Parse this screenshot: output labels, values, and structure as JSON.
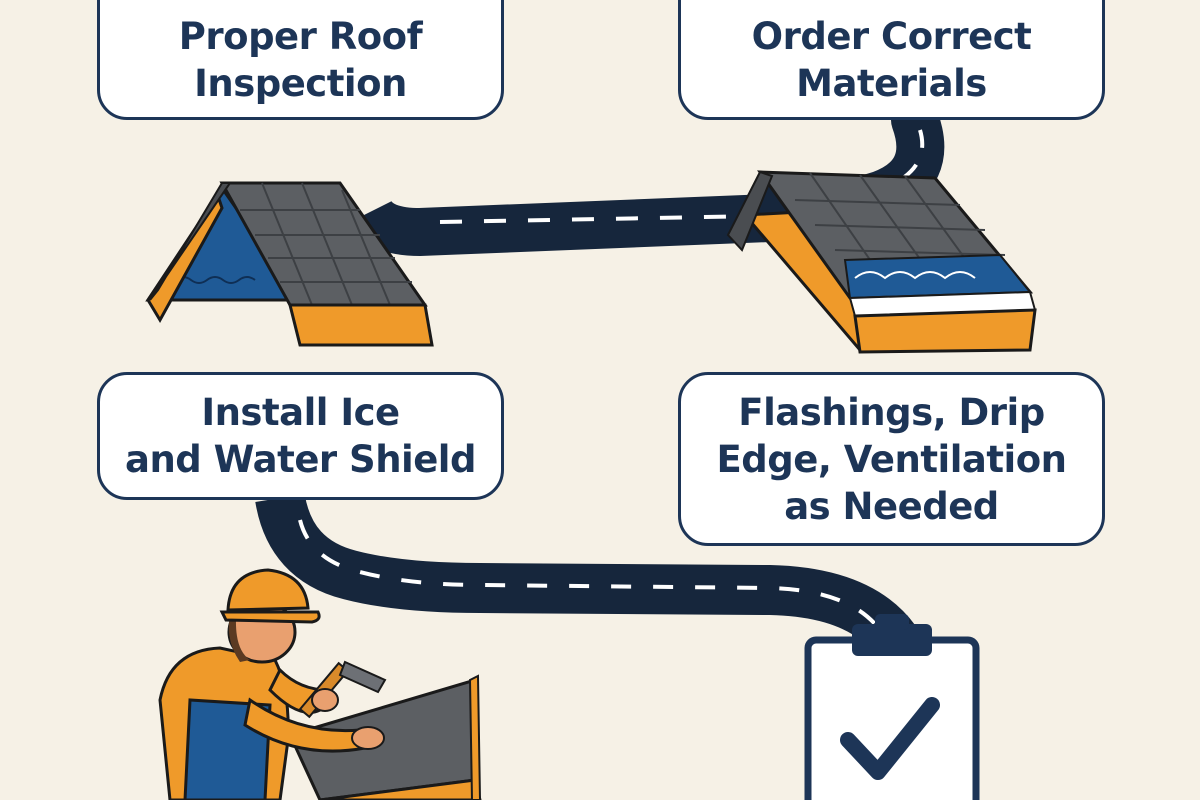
{
  "steps": [
    {
      "lines": [
        "Proper Roof",
        "Inspection"
      ]
    },
    {
      "lines": [
        "Order Correct",
        "Materials"
      ]
    },
    {
      "lines": [
        "Install Ice",
        "and Water Shield"
      ]
    },
    {
      "lines": [
        "Flashings, Drip",
        "Edge, Ventilation",
        "as Needed"
      ]
    }
  ],
  "colors": {
    "background": "#f6f1e6",
    "navy": "#1d3557",
    "road": "#16263c",
    "orange": "#ef9a2a",
    "shingle": "#5c5f63",
    "blue": "#1f5a96"
  },
  "icons": [
    "roof-left-icon",
    "roof-right-icon",
    "roofer-icon",
    "clipboard-check-icon"
  ]
}
